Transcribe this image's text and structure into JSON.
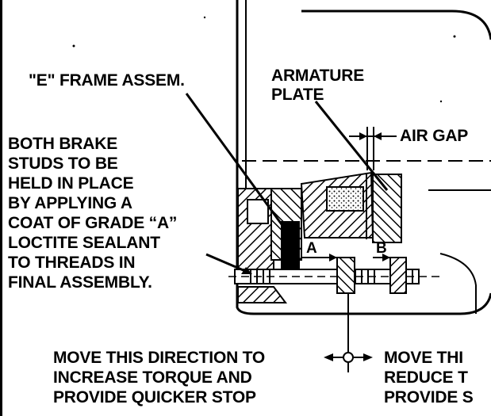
{
  "labels": {
    "e_frame": "\"E\" FRAME ASSEM.",
    "armature_line1": "ARMATURE",
    "armature_line2": "PLATE",
    "air_gap": "AIR GAP",
    "studs_note": [
      "BOTH BRAKE",
      "STUDS TO BE",
      "HELD IN PLACE",
      "BY APPLYING A",
      "COAT OF GRADE “A”",
      "LOCTITE SEALANT",
      "TO THREADS IN",
      "FINAL ASSEMBLY."
    ],
    "point_a": "A",
    "point_b": "B",
    "increase_note": [
      "MOVE THIS DIRECTION TO",
      "INCREASE TORQUE AND",
      "PROVIDE QUICKER STOP"
    ],
    "reduce_note": [
      "MOVE THI",
      "REDUCE T",
      "PROVIDE S"
    ]
  }
}
